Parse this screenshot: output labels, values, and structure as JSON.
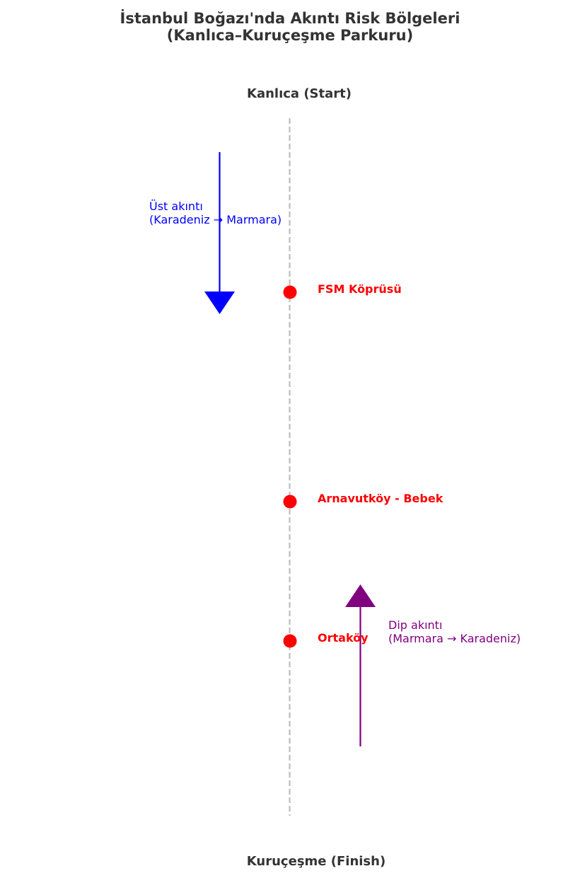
{
  "title": {
    "line1": "İstanbul Boğazı'nda Akıntı Risk Bölgeleri",
    "line2": "(Kanlıca–Kuruçeşme Parkuru)"
  },
  "route": {
    "start_label": "Kanlıca (Start)",
    "finish_label": "Kuruçeşme (Finish)",
    "line_color": "#bdbdbd"
  },
  "risk_zones": [
    {
      "label": "FSM Köprüsü"
    },
    {
      "label": "Arnavutköy - Bebek"
    },
    {
      "label": "Ortaköy"
    }
  ],
  "risk_color": "#ff0000",
  "currents": {
    "surface": {
      "line1": "Üst akıntı",
      "line2": "(Karadeniz → Marmara)",
      "color": "#0000ff",
      "direction": "down"
    },
    "bottom": {
      "line1": "Dip akıntı",
      "line2": "(Marmara → Karadeniz)",
      "color": "#800080",
      "direction": "up"
    }
  },
  "text_color": "#333333"
}
